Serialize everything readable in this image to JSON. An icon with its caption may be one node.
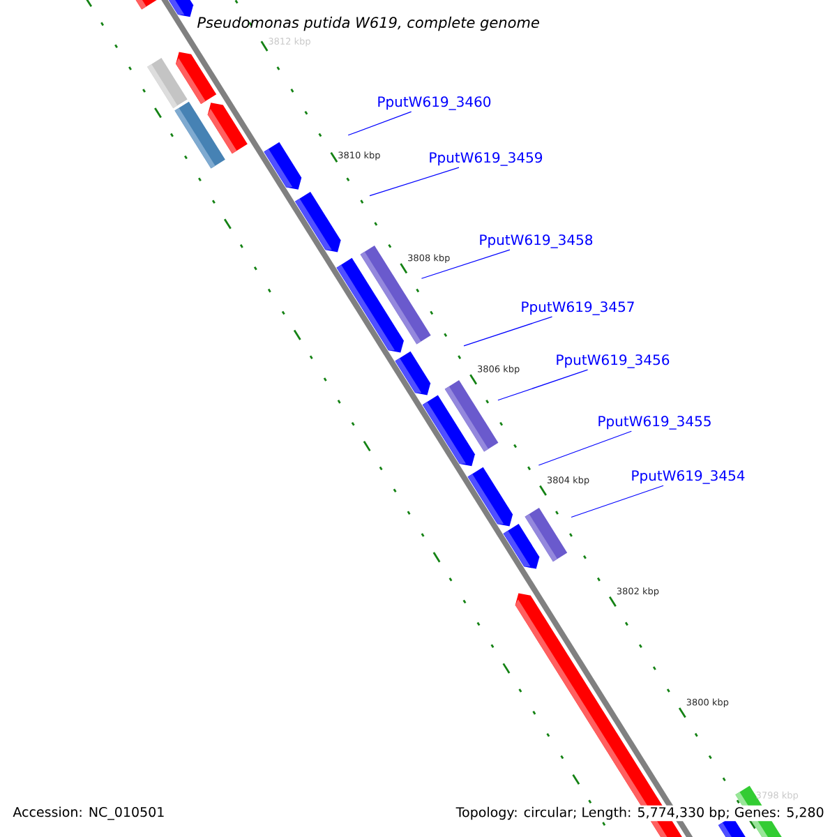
{
  "diagram": {
    "title": "Pseudomonas putida W619, complete genome",
    "nodes": [
      {
        "text": [
          "PputW619_3460"
        ]
      },
      {
        "text": [
          "PputW619_3459"
        ]
      },
      {
        "text": [
          "PputW619_3458"
        ]
      },
      {
        "text": [
          "PputW619_3457"
        ]
      },
      {
        "text": [
          "PputW619_3456"
        ]
      },
      {
        "text": [
          "PputW619_3455"
        ]
      },
      {
        "text": [
          "PputW619_3454"
        ]
      }
    ],
    "edges": [
      {
        "from": 0,
        "to": null,
        "arrow": "none"
      },
      {
        "from": 1,
        "to": null,
        "arrow": "none"
      },
      {
        "from": 2,
        "to": null,
        "arrow": "none"
      },
      {
        "from": 3,
        "to": null,
        "arrow": "none"
      },
      {
        "from": 4,
        "to": null,
        "arrow": "none"
      },
      {
        "from": 5,
        "to": null,
        "arrow": "none"
      },
      {
        "from": 6,
        "to": null,
        "arrow": "none"
      }
    ],
    "labels": [
      "3812 kbp",
      "3810 kbp",
      "3808 kbp",
      "3806 kbp",
      "3804 kbp",
      "3802 kbp",
      "3800 kbp",
      "3798 kbp",
      "Accession: NC_010501",
      "Topology: circular; Length: 5,774,330 bp; Genes: 5,280"
    ]
  }
}
